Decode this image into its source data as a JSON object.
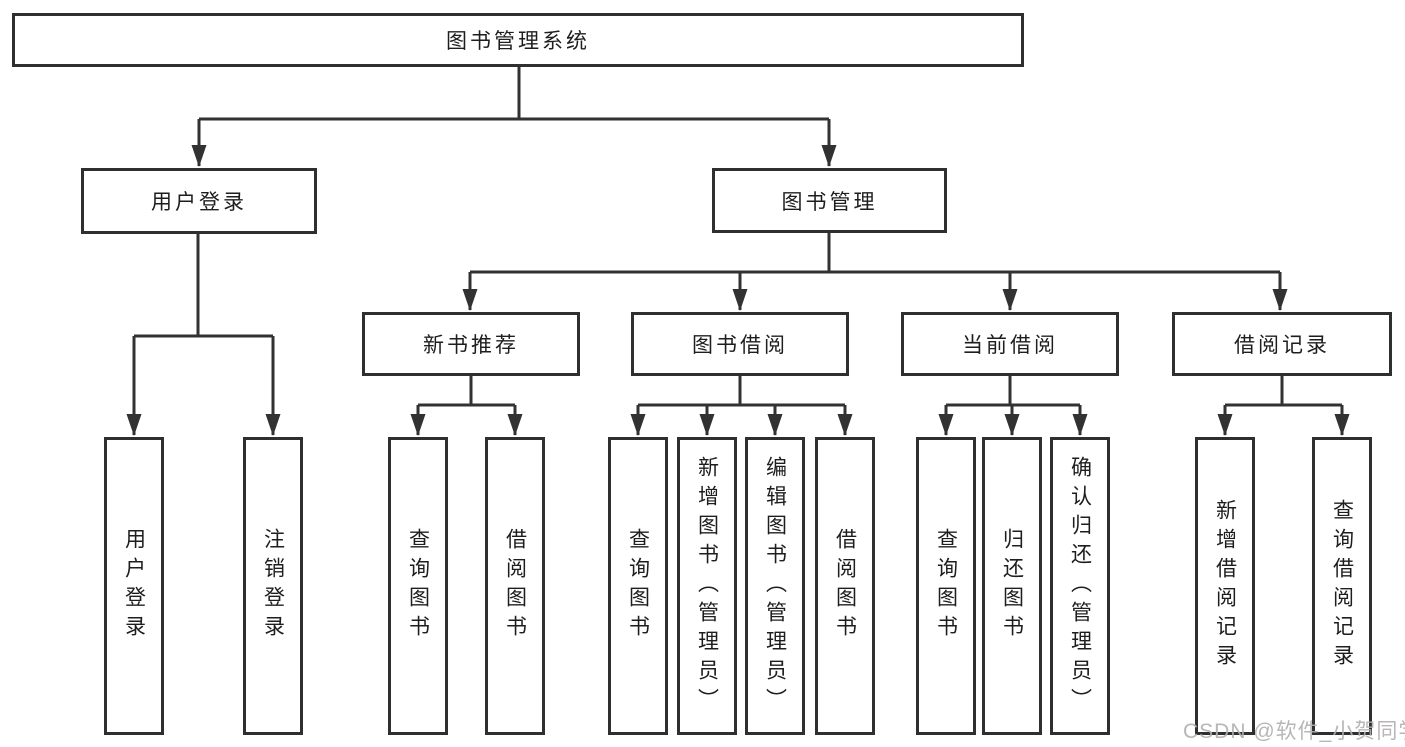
{
  "diagram": {
    "watermark": "CSDN @软件_小贺同学",
    "colors": {
      "line": "#323232",
      "border": "#2f2f2f",
      "text": "#1e1e1e",
      "background": "#ffffff",
      "watermark": "#b3b0b0"
    }
  },
  "tree": {
    "root": {
      "label": "图书管理系统",
      "children": [
        {
          "label": "用户登录",
          "children": [
            {
              "label": "用户登录"
            },
            {
              "label": "注销登录"
            }
          ]
        },
        {
          "label": "图书管理",
          "children": [
            {
              "label": "新书推荐",
              "children": [
                {
                  "label": "查询图书"
                },
                {
                  "label": "借阅图书"
                }
              ]
            },
            {
              "label": "图书借阅",
              "children": [
                {
                  "label": "查询图书"
                },
                {
                  "label": "新增图书（管理员）"
                },
                {
                  "label": "编辑图书（管理员）"
                },
                {
                  "label": "借阅图书"
                }
              ]
            },
            {
              "label": "当前借阅",
              "children": [
                {
                  "label": "查询图书"
                },
                {
                  "label": "归还图书"
                },
                {
                  "label": "确认归还（管理员）"
                }
              ]
            },
            {
              "label": "借阅记录",
              "children": [
                {
                  "label": "新增借阅记录"
                },
                {
                  "label": "查询借阅记录"
                }
              ]
            }
          ]
        }
      ]
    }
  }
}
